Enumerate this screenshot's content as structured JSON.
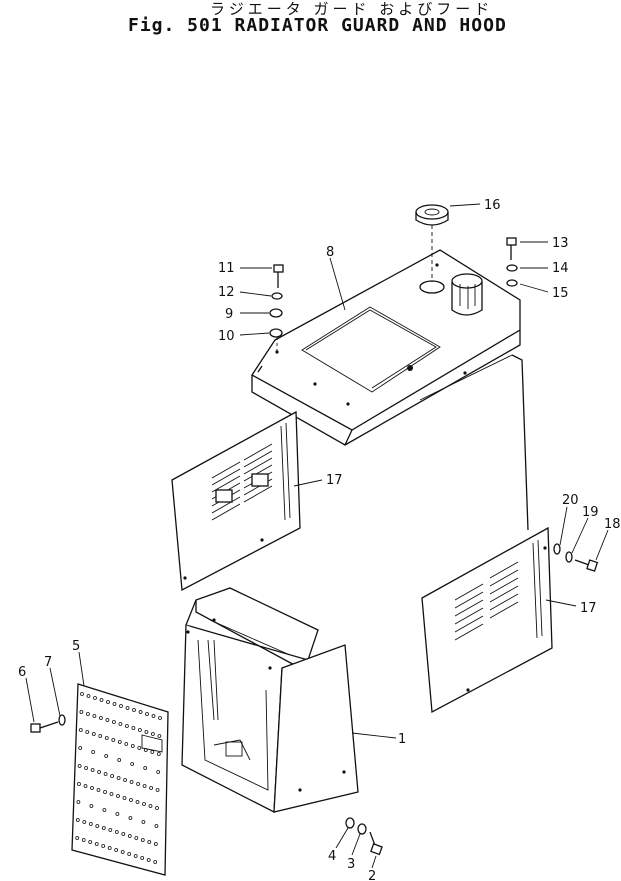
{
  "title": {
    "japanese": "ラジエータ ガード およびフード",
    "english": "Fig. 501 RADIATOR GUARD AND HOOD"
  },
  "parts": [
    {
      "number": "1"
    },
    {
      "number": "2"
    },
    {
      "number": "3"
    },
    {
      "number": "4"
    },
    {
      "number": "5"
    },
    {
      "number": "6"
    },
    {
      "number": "7"
    },
    {
      "number": "8"
    },
    {
      "number": "9"
    },
    {
      "number": "10"
    },
    {
      "number": "11"
    },
    {
      "number": "12"
    },
    {
      "number": "13"
    },
    {
      "number": "14"
    },
    {
      "number": "15"
    },
    {
      "number": "16"
    },
    {
      "number": "17"
    },
    {
      "number": "17"
    },
    {
      "number": "18"
    },
    {
      "number": "19"
    },
    {
      "number": "20"
    }
  ]
}
